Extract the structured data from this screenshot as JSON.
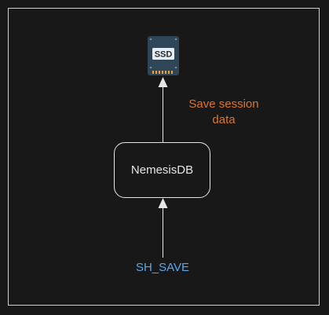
{
  "nodes": {
    "storage": {
      "icon": "ssd-icon",
      "badge": "SSD"
    },
    "database": {
      "label": "NemesisDB"
    }
  },
  "annotations": {
    "save_note": "Save session\ndata",
    "command": "SH_SAVE"
  },
  "colors": {
    "background": "#181818",
    "frame": "#cfcfcf",
    "node_border": "#e6e6e6",
    "note": "#d8762a",
    "command": "#5aa7e8",
    "ssd_body": "#2f4558",
    "ssd_pins": "#f0a030"
  }
}
